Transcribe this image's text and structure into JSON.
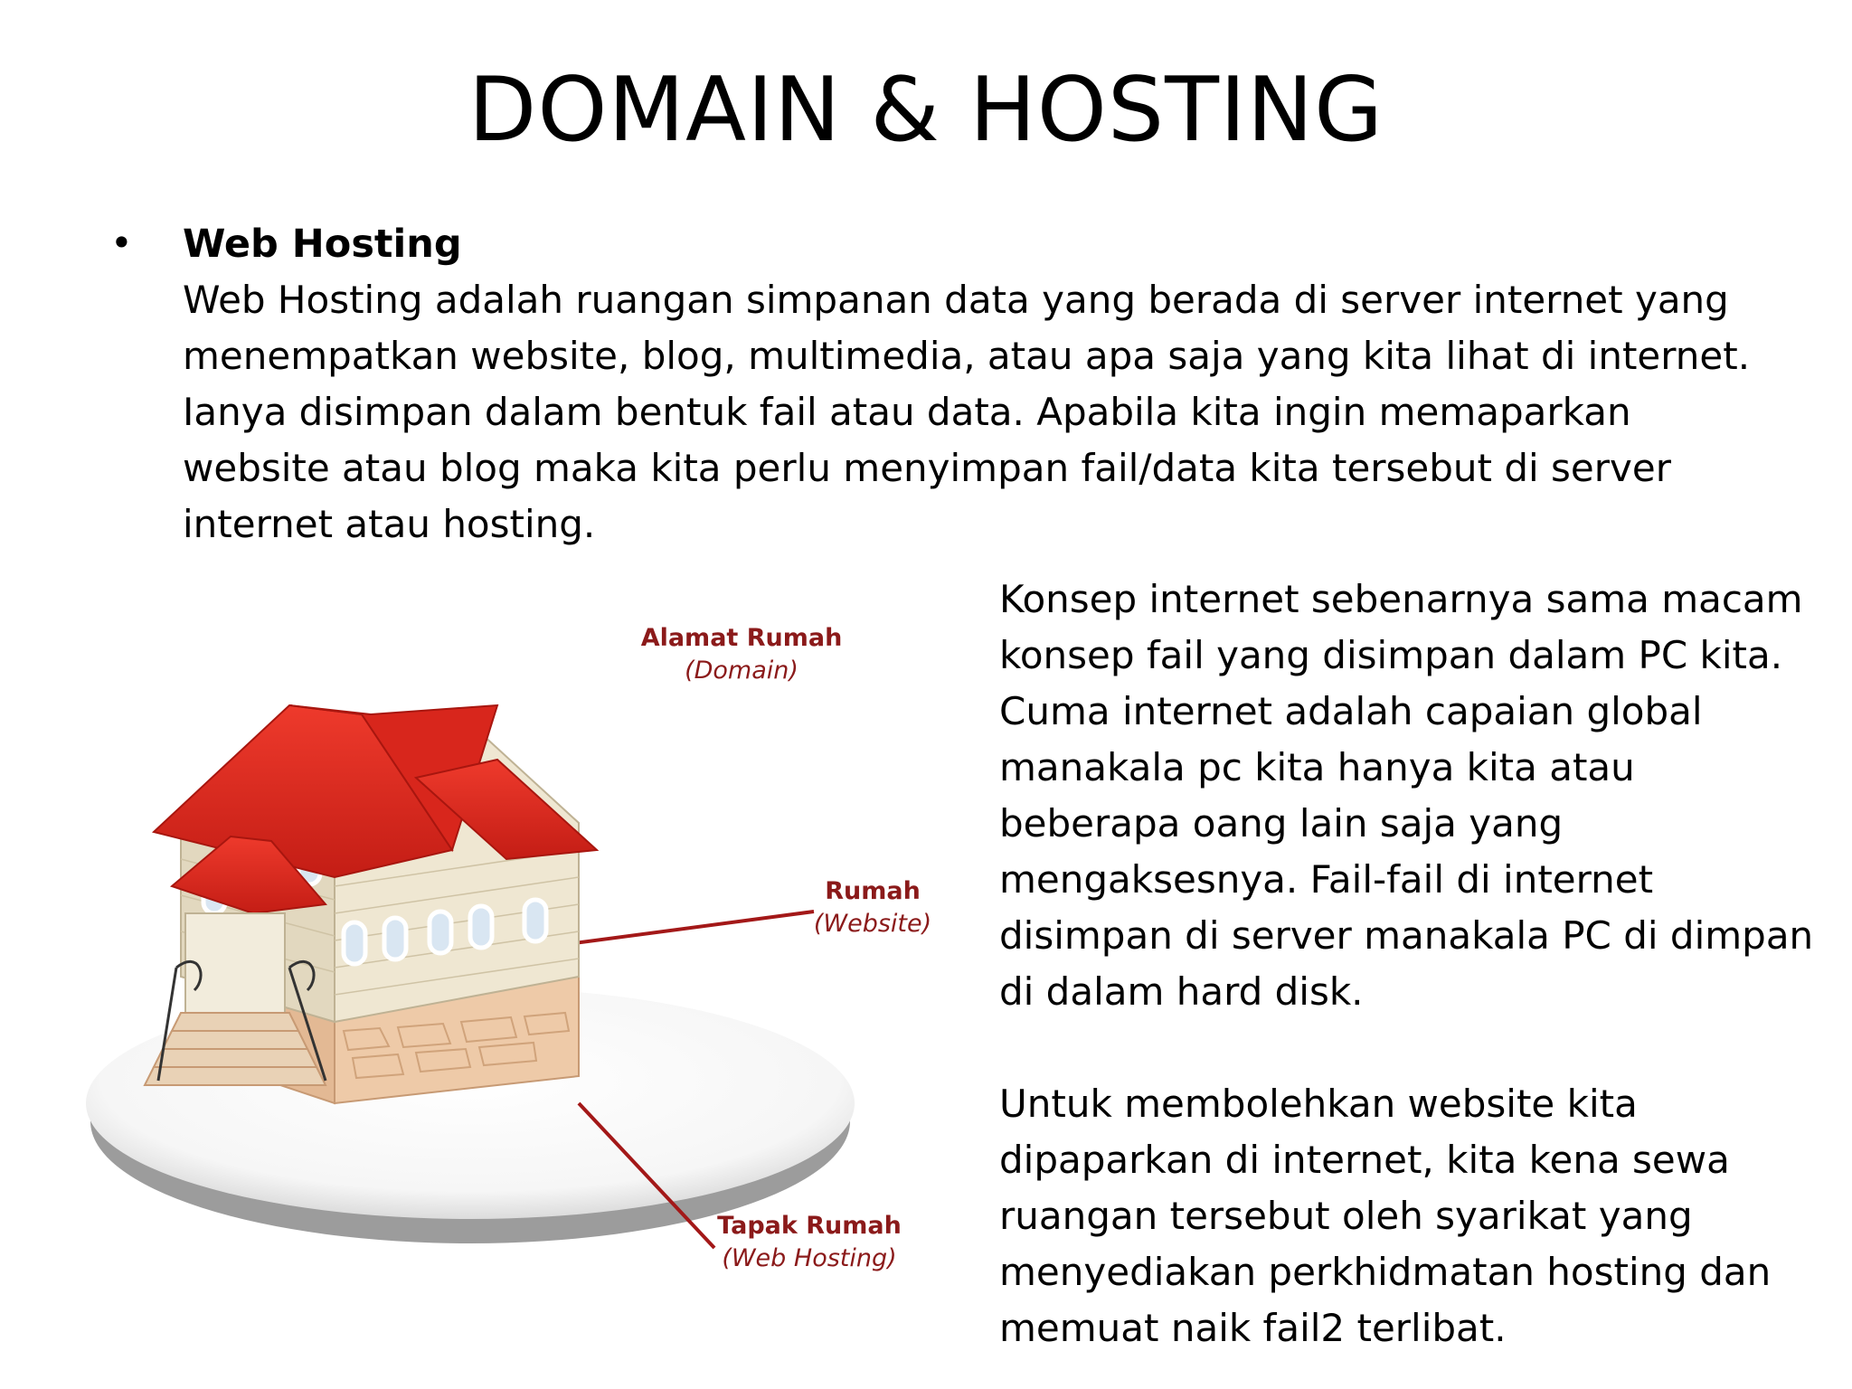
{
  "slide": {
    "title": "DOMAIN & HOSTING",
    "bullet": {
      "symbol": "•",
      "heading": "Web Hosting",
      "lines": [
        "Web Hosting adalah ruangan simpanan data yang berada di server internet yang",
        "menempatkan website, blog, multimedia, atau apa saja yang kita lihat di internet.",
        "Ianya disimpan dalam bentuk fail atau data. Apabila kita ingin memaparkan",
        "website atau blog maka kita perlu menyimpan fail/data kita tersebut di server",
        "internet atau hosting."
      ]
    },
    "right_text": {
      "para1": [
        "Konsep internet sebenarnya sama macam",
        "konsep fail yang disimpan dalam PC kita.",
        "Cuma internet adalah capaian global",
        "manakala pc kita hanya kita atau",
        "beberapa oang lain saja yang",
        "mengaksesnya. Fail-fail di internet",
        "disimpan di server manakala PC di dimpan",
        "di dalam hard disk."
      ],
      "para2": [
        "Untuk membolehkan website kita",
        "dipaparkan di internet, kita kena sewa",
        "ruangan tersebut oleh syarikat yang",
        "menyediakan perkhidmatan hosting dan",
        "memuat naik fail2 terlibat."
      ]
    },
    "illustration": {
      "labels": {
        "domain_main": "Alamat Rumah",
        "domain_sub": "(Domain)",
        "website_main": "Rumah",
        "website_sub": "(Website)",
        "hosting_main": "Tapak Rumah",
        "hosting_sub": "(Web Hosting)"
      },
      "colors": {
        "roof": "#d8261c",
        "wall": "#ece3cc",
        "foundation": "#e8c4a0",
        "label": "#8b1a1a",
        "pointer": "#a31818"
      }
    }
  }
}
